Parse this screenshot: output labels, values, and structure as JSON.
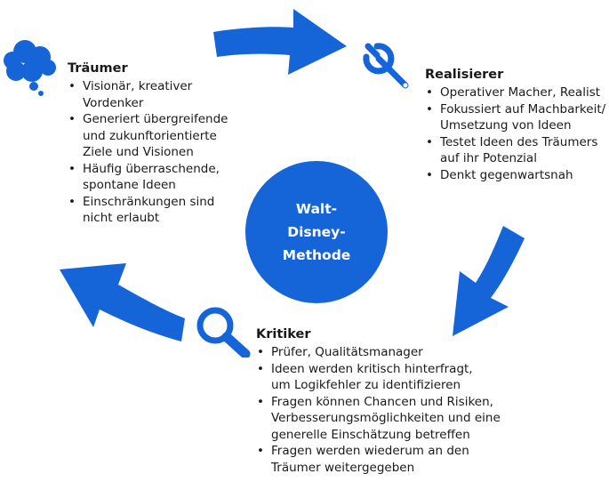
{
  "center": {
    "title": "Walt-\nDisney-\nMethode"
  },
  "roles": {
    "traeumer": {
      "heading": "Träumer",
      "icon": "thought-cloud-icon",
      "bullets": [
        "Visionär, kreativer\nVordenker",
        "Generiert übergreifende\nund zukunftorientierte\nZiele und Visionen",
        "Häufig überraschende,\nspontane Ideen",
        "Einschränkungen sind\nnicht erlaubt"
      ]
    },
    "realisierer": {
      "heading": "Realisierer",
      "icon": "wrench-icon",
      "bullets": [
        "Operativer Macher, Realist",
        "Fokussiert auf Machbarkeit/\nUmsetzung von Ideen",
        "Testet Ideen des Träumers\nauf ihr Potenzial",
        "Denkt gegenwartsnah"
      ]
    },
    "kritiker": {
      "heading": "Kritiker",
      "icon": "magnifier-icon",
      "bullets": [
        "Prüfer, Qualitätsmanager",
        "Ideen werden kritisch hinterfragt,\num Logikfehler zu identifizieren",
        "Fragen können Chancen und Risiken,\nVerbesserungsmöglichkeiten und eine\ngenerelle Einschätzung betreffen",
        "Fragen werden wiederum an den\nTräumer weitergegeben"
      ]
    }
  },
  "colors": {
    "accent": "#1565d8",
    "text": "#1a1a1a",
    "background": "#ffffff"
  }
}
